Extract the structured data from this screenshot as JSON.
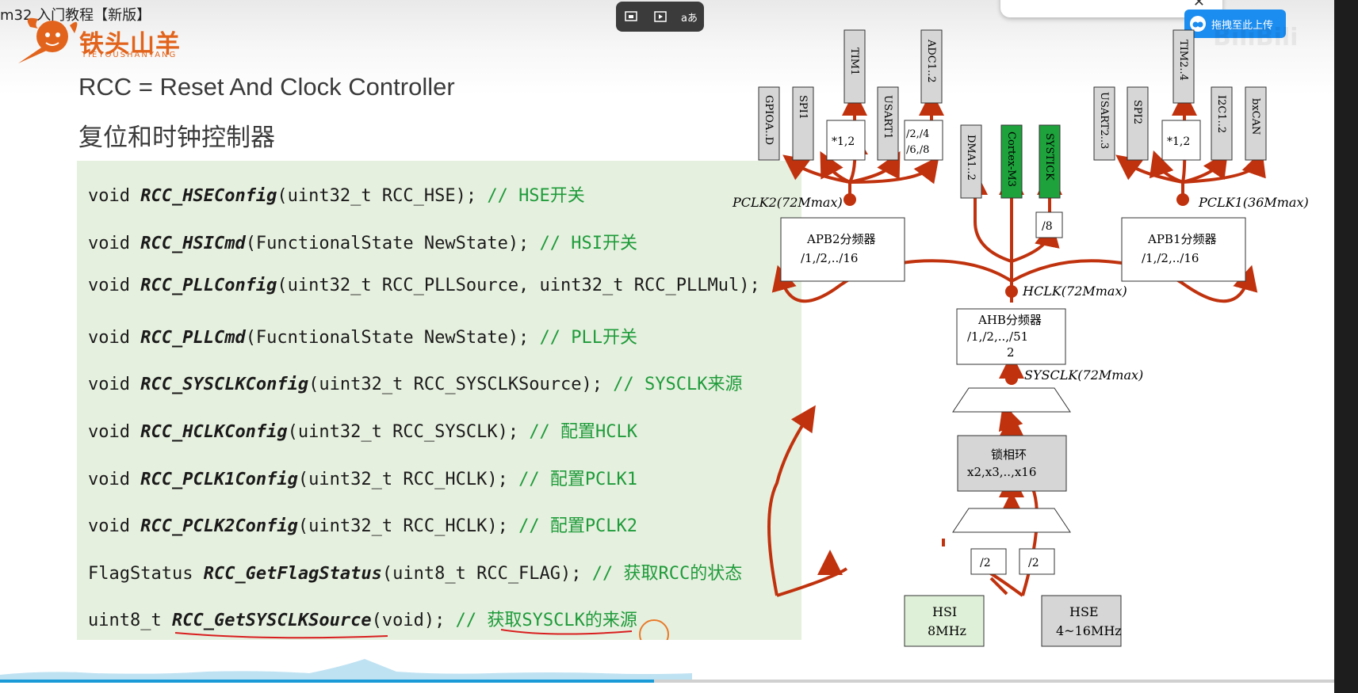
{
  "window": {
    "title": "m32 入门教程【新版】"
  },
  "logo": {
    "cn": "铁头山羊",
    "en": "TIETOUSHANYANG"
  },
  "slide": {
    "title_en": "RCC = Reset And Clock Controller",
    "title_cn": "复位和时钟控制器"
  },
  "code": [
    {
      "pre": "void ",
      "fn": "RCC_HSEConfig",
      "args": "(uint32_t RCC_HSE); ",
      "comment": "// HSE开关"
    },
    {
      "pre": "void ",
      "fn": "RCC_HSICmd",
      "args": "(FunctionalState NewState); ",
      "comment": "// HSI开关"
    },
    {
      "pre": "void ",
      "fn": "RCC_PLLConfig",
      "args": "(uint32_t RCC_PLLSource, uint32_t RCC_PLLMul);",
      "comment": ""
    },
    {
      "pre": "void ",
      "fn": "RCC_PLLCmd",
      "args": "(FucntionalState NewState); ",
      "comment": "// PLL开关"
    },
    {
      "pre": "void ",
      "fn": "RCC_SYSCLKConfig",
      "args": "(uint32_t RCC_SYSCLKSource); ",
      "comment": "// SYSCLK来源"
    },
    {
      "pre": "void ",
      "fn": "RCC_HCLKConfig",
      "args": "(uint32_t RCC_SYSCLK); ",
      "comment": "// 配置HCLK"
    },
    {
      "pre": "void ",
      "fn": "RCC_PCLK1Config",
      "args": "(uint32_t RCC_HCLK); ",
      "comment": "// 配置PCLK1"
    },
    {
      "pre": "void ",
      "fn": "RCC_PCLK2Config",
      "args": "(uint32_t RCC_HCLK); ",
      "comment": "// 配置PCLK2"
    },
    {
      "pre": "FlagStatus ",
      "fn": "RCC_GetFlagStatus",
      "args": "(uint8_t RCC_FLAG); ",
      "comment": "// 获取RCC的状态"
    },
    {
      "pre": "uint8_t ",
      "fn": "RCC_GetSYSCLKSource",
      "args": "(void); ",
      "comment": "// 获取SYSCLK的来源"
    }
  ],
  "toolbar": {
    "icons": [
      "screenshot-icon",
      "video-icon",
      "translate-icon"
    ],
    "translate_label": "aあ"
  },
  "popup": {
    "close": "✕"
  },
  "upload": {
    "label": "拖拽至此上传"
  },
  "watermark": "BiliBili",
  "progress": {
    "fraction": 0.49
  },
  "diagram": {
    "colors": {
      "arrow": "#c0320e",
      "box_gray": "#d6d6d6",
      "box_green": "#1ea23c",
      "box_lightgreen": "#dff0d8"
    },
    "labels": {
      "pclk2": "PCLK2(72Mmax)",
      "pclk1": "PCLK1(36Mmax)",
      "hclk": "HCLK(72Mmax)",
      "sysclk": "SYSCLK(72Mmax)",
      "apb2_a": "APB2分频器",
      "apb2_b": "/1,/2,../16",
      "apb1_a": "APB1分频器",
      "apb1_b": "/1,/2,../16",
      "ahb_a": "AHB分频器",
      "ahb_b": "/1,/2,..,/51",
      "ahb_c": "2",
      "pll_a": "锁相环",
      "pll_b": "x2,x3,..,x16",
      "div2": "/2",
      "div8": "/8",
      "hsi_a": "HSI",
      "hsi_b": "8MHz",
      "hse_a": "HSE",
      "hse_b": "4~16MHz",
      "mul12_a": "*1,2",
      "mul12_b": "*1,2",
      "div_adc_a": "/2,/4",
      "div_adc_b": "/6,/8"
    },
    "vertical_boxes": {
      "gpio": "GPIOA..D",
      "spi1": "SPI1",
      "tim1": "TIM1",
      "usart1": "USART1",
      "adc": "ADC1..2",
      "dma": "DMA1..2",
      "cortex": "Cortex-M3",
      "systick": "SYSTICK",
      "usart23": "USART2..3",
      "spi2": "SPI2",
      "tim24": "TIM2..4",
      "i2c": "I2C1..2",
      "bxcan": "bxCAN"
    }
  }
}
